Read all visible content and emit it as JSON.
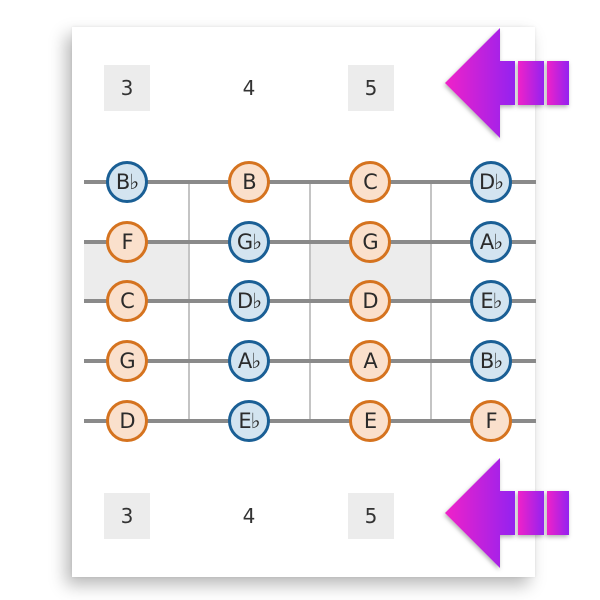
{
  "colors": {
    "natural_fill": "#fae0cc",
    "natural_border": "#d5731f",
    "flat_fill": "#d3e4f0",
    "flat_border": "#1a5f95",
    "arrow_start": "#f024c8",
    "arrow_end": "#9424f0"
  },
  "fret_labels_top": [
    {
      "label": "3",
      "boxed": true
    },
    {
      "label": "4",
      "boxed": false
    },
    {
      "label": "5",
      "boxed": true
    }
  ],
  "fret_labels_bottom": [
    {
      "label": "3",
      "boxed": true
    },
    {
      "label": "4",
      "boxed": false
    },
    {
      "label": "5",
      "boxed": true
    }
  ],
  "strings": [
    {
      "notes": [
        {
          "name": "B♭",
          "type": "flat"
        },
        {
          "name": "B",
          "type": "nat"
        },
        {
          "name": "C",
          "type": "nat"
        },
        {
          "name": "D♭",
          "type": "flat"
        }
      ]
    },
    {
      "notes": [
        {
          "name": "F",
          "type": "nat"
        },
        {
          "name": "G♭",
          "type": "flat"
        },
        {
          "name": "G",
          "type": "nat"
        },
        {
          "name": "A♭",
          "type": "flat"
        }
      ]
    },
    {
      "notes": [
        {
          "name": "C",
          "type": "nat"
        },
        {
          "name": "D♭",
          "type": "flat"
        },
        {
          "name": "D",
          "type": "nat"
        },
        {
          "name": "E♭",
          "type": "flat"
        }
      ]
    },
    {
      "notes": [
        {
          "name": "G",
          "type": "nat"
        },
        {
          "name": "A♭",
          "type": "flat"
        },
        {
          "name": "A",
          "type": "nat"
        },
        {
          "name": "B♭",
          "type": "flat"
        }
      ]
    },
    {
      "notes": [
        {
          "name": "D",
          "type": "nat"
        },
        {
          "name": "E♭",
          "type": "flat"
        },
        {
          "name": "E",
          "type": "nat"
        },
        {
          "name": "F",
          "type": "nat"
        }
      ]
    }
  ],
  "arrows": {
    "top": "left-arrow-icon",
    "bottom": "left-arrow-icon"
  }
}
